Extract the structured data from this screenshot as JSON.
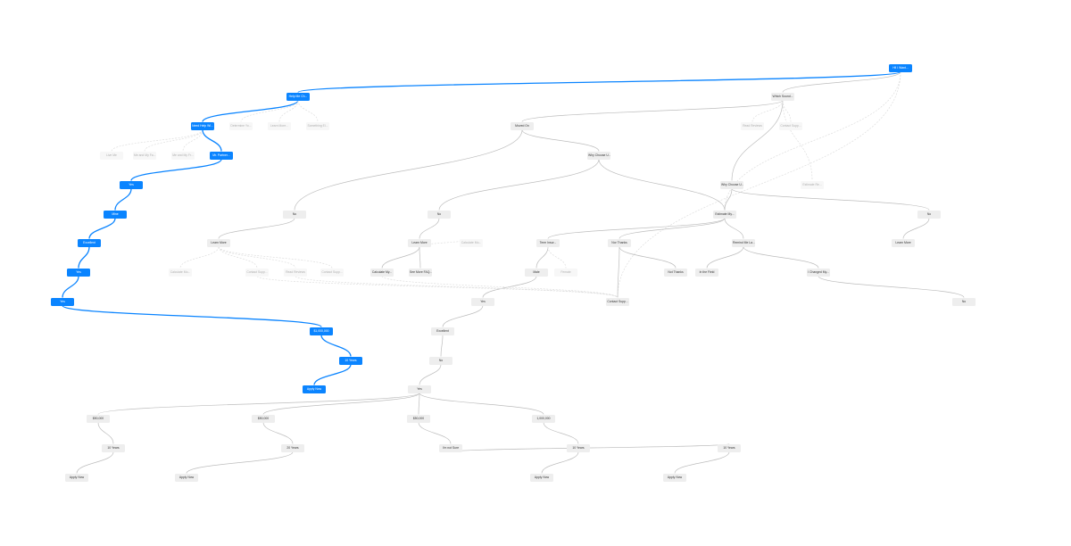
{
  "diagram": {
    "colors": {
      "active": "#0a84ff",
      "normal_edge": "#bdbdbd",
      "dim_edge": "#dedede"
    },
    "nodes": [
      {
        "id": "root",
        "label": "Hi! I Want...",
        "state": "active"
      },
      {
        "id": "a1",
        "label": "Help Me Ch...",
        "state": "active"
      },
      {
        "id": "a2",
        "label": "Determine Yo...",
        "state": "dim"
      },
      {
        "id": "a3",
        "label": "Learn More...",
        "state": "dim"
      },
      {
        "id": "a4",
        "label": "Something El...",
        "state": "dim"
      },
      {
        "id": "b1",
        "label": "Need Help Wi...",
        "state": "active"
      },
      {
        "id": "b2",
        "label": "Live Me",
        "state": "dim"
      },
      {
        "id": "b3",
        "label": "Me and My Fa...",
        "state": "dim"
      },
      {
        "id": "b4",
        "label": "Me and My Fr...",
        "state": "dim"
      },
      {
        "id": "c1",
        "label": "Mr. Partner...",
        "state": "active"
      },
      {
        "id": "c2",
        "label": "Yes",
        "state": "active"
      },
      {
        "id": "c3",
        "label": "Mine",
        "state": "active"
      },
      {
        "id": "c4",
        "label": "Excellent",
        "state": "active"
      },
      {
        "id": "c5",
        "label": "Yes",
        "state": "active"
      },
      {
        "id": "c6",
        "label": "Yes",
        "state": "active"
      },
      {
        "id": "c7",
        "label": "$1,000,000",
        "state": "active"
      },
      {
        "id": "c8",
        "label": "10 Years",
        "state": "active"
      },
      {
        "id": "c9",
        "label": "Apply Now",
        "state": "active"
      },
      {
        "id": "m1",
        "label": "Which Sound...",
        "state": "normal"
      },
      {
        "id": "m2",
        "label": "Moved On",
        "state": "normal"
      },
      {
        "id": "m3",
        "label": "Read Reviews",
        "state": "dim"
      },
      {
        "id": "m4",
        "label": "Contact Supp...",
        "state": "dim"
      },
      {
        "id": "m5",
        "label": "Why Choose U...",
        "state": "normal"
      },
      {
        "id": "m6",
        "label": "Why Choose U...",
        "state": "normal"
      },
      {
        "id": "m7",
        "label": "Estimate Re...",
        "state": "dim"
      },
      {
        "id": "n1",
        "label": "Estimate My...",
        "state": "normal"
      },
      {
        "id": "n2",
        "label": "No",
        "state": "normal"
      },
      {
        "id": "n3",
        "label": "No",
        "state": "normal"
      },
      {
        "id": "n4",
        "label": "No",
        "state": "normal"
      },
      {
        "id": "n5",
        "label": "Learn More",
        "state": "normal"
      },
      {
        "id": "n6",
        "label": "Learn More",
        "state": "normal"
      },
      {
        "id": "n7",
        "label": "Learn More",
        "state": "normal"
      },
      {
        "id": "n8",
        "label": "Calculate My...",
        "state": "normal"
      },
      {
        "id": "n9",
        "label": "See More FAQ...",
        "state": "normal"
      },
      {
        "id": "p1",
        "label": "Calculate Mo...",
        "state": "dim"
      },
      {
        "id": "p2",
        "label": "Calculate Mo...",
        "state": "dim"
      },
      {
        "id": "p3",
        "label": "Contact Supp...",
        "state": "dim"
      },
      {
        "id": "p4",
        "label": "Contact Supp...",
        "state": "dim"
      },
      {
        "id": "p5",
        "label": "Read Reviews",
        "state": "dim"
      },
      {
        "id": "q1",
        "label": "Term Insur...",
        "state": "normal"
      },
      {
        "id": "q2",
        "label": "Nor Thanks",
        "state": "normal"
      },
      {
        "id": "q3",
        "label": "Remind Me La...",
        "state": "normal"
      },
      {
        "id": "q4",
        "label": "Male",
        "state": "normal"
      },
      {
        "id": "q5",
        "label": "Female",
        "state": "dim"
      },
      {
        "id": "q6",
        "label": "Contact Supp...",
        "state": "normal"
      },
      {
        "id": "q7",
        "label": "Not Thanks",
        "state": "normal"
      },
      {
        "id": "q8",
        "label": "In the Field",
        "state": "normal"
      },
      {
        "id": "q9",
        "label": "I Changed My...",
        "state": "normal"
      },
      {
        "id": "r1",
        "label": "Yes",
        "state": "normal"
      },
      {
        "id": "r2",
        "label": "Excellent",
        "state": "normal"
      },
      {
        "id": "r3",
        "label": "No",
        "state": "normal"
      },
      {
        "id": "r4",
        "label": "Yes",
        "state": "normal"
      },
      {
        "id": "r5",
        "label": "No",
        "state": "normal"
      },
      {
        "id": "s1",
        "label": "$50,000",
        "state": "normal"
      },
      {
        "id": "s2",
        "label": "$50,000",
        "state": "normal"
      },
      {
        "id": "s3",
        "label": "$50,000",
        "state": "normal"
      },
      {
        "id": "s4",
        "label": "1,000,000",
        "state": "normal"
      },
      {
        "id": "t1",
        "label": "10 Years",
        "state": "normal"
      },
      {
        "id": "t2",
        "label": "20 Years",
        "state": "normal"
      },
      {
        "id": "t3",
        "label": "10 Years",
        "state": "normal"
      },
      {
        "id": "t4",
        "label": "10 Years",
        "state": "normal"
      },
      {
        "id": "t5",
        "label": "I'm not Sure",
        "state": "normal"
      },
      {
        "id": "u1",
        "label": "Apply Now",
        "state": "normal"
      },
      {
        "id": "u2",
        "label": "Apply Now",
        "state": "normal"
      },
      {
        "id": "u3",
        "label": "Apply Now",
        "state": "normal"
      },
      {
        "id": "u4",
        "label": "Apply Now",
        "state": "normal"
      }
    ]
  }
}
